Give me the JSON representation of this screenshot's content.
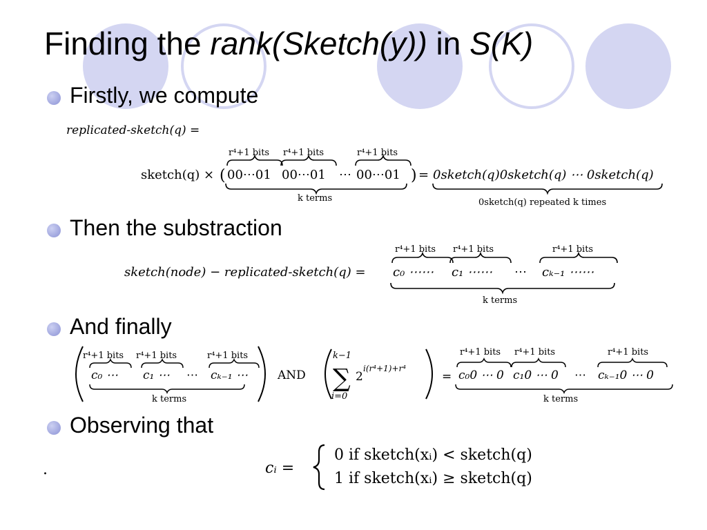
{
  "title": {
    "prefix": "Finding the ",
    "rank": "rank(Sketch(y))",
    "mid": " in ",
    "set": "S(K)"
  },
  "bullets": [
    "Firstly, we compute",
    "Then the substraction",
    "And finally",
    "Observing that"
  ],
  "lone_dot": ".",
  "eq1": {
    "lhs": "replicated-sketch(q) =",
    "factor": "sketch(q) ×",
    "bits_label": "r⁴+1 bits",
    "block": "00⋯01",
    "dots": "⋯",
    "k_terms": "k terms",
    "result": "0sketch(q)0sketch(q) ⋯ 0sketch(q)",
    "result_note": "0sketch(q) repeated k times"
  },
  "eq2": {
    "lhs": "sketch(node) − replicated-sketch(q) =",
    "c0": "c₀ ⋯⋯",
    "c1": "c₁ ⋯⋯",
    "ck": "cₖ₋₁ ⋯⋯",
    "mid_dots": "⋯",
    "bits_label": "r⁴+1 bits",
    "k_terms": "k terms"
  },
  "eq3": {
    "c0": "c₀ ⋯",
    "c1": "c₁ ⋯",
    "ck": "cₖ₋₁ ⋯",
    "bits_label": "r⁴+1 bits",
    "k_terms": "k terms",
    "and": "AND",
    "sum_top": "k−1",
    "sum_bottom": "i=0",
    "sum_sign": "∑",
    "power": "2",
    "exponent": "i(r⁴+1)+r⁴",
    "r0": "c₀0 ⋯ 0",
    "r1": "c₁0 ⋯ 0",
    "rk": "cₖ₋₁0 ⋯ 0",
    "dots": "⋯",
    "equals": "="
  },
  "eq4": {
    "lhs": "cᵢ =",
    "case0": "0 if sketch(xᵢ) < sketch(q)",
    "case1": "1 if sketch(xᵢ) ≥ sketch(q)"
  }
}
